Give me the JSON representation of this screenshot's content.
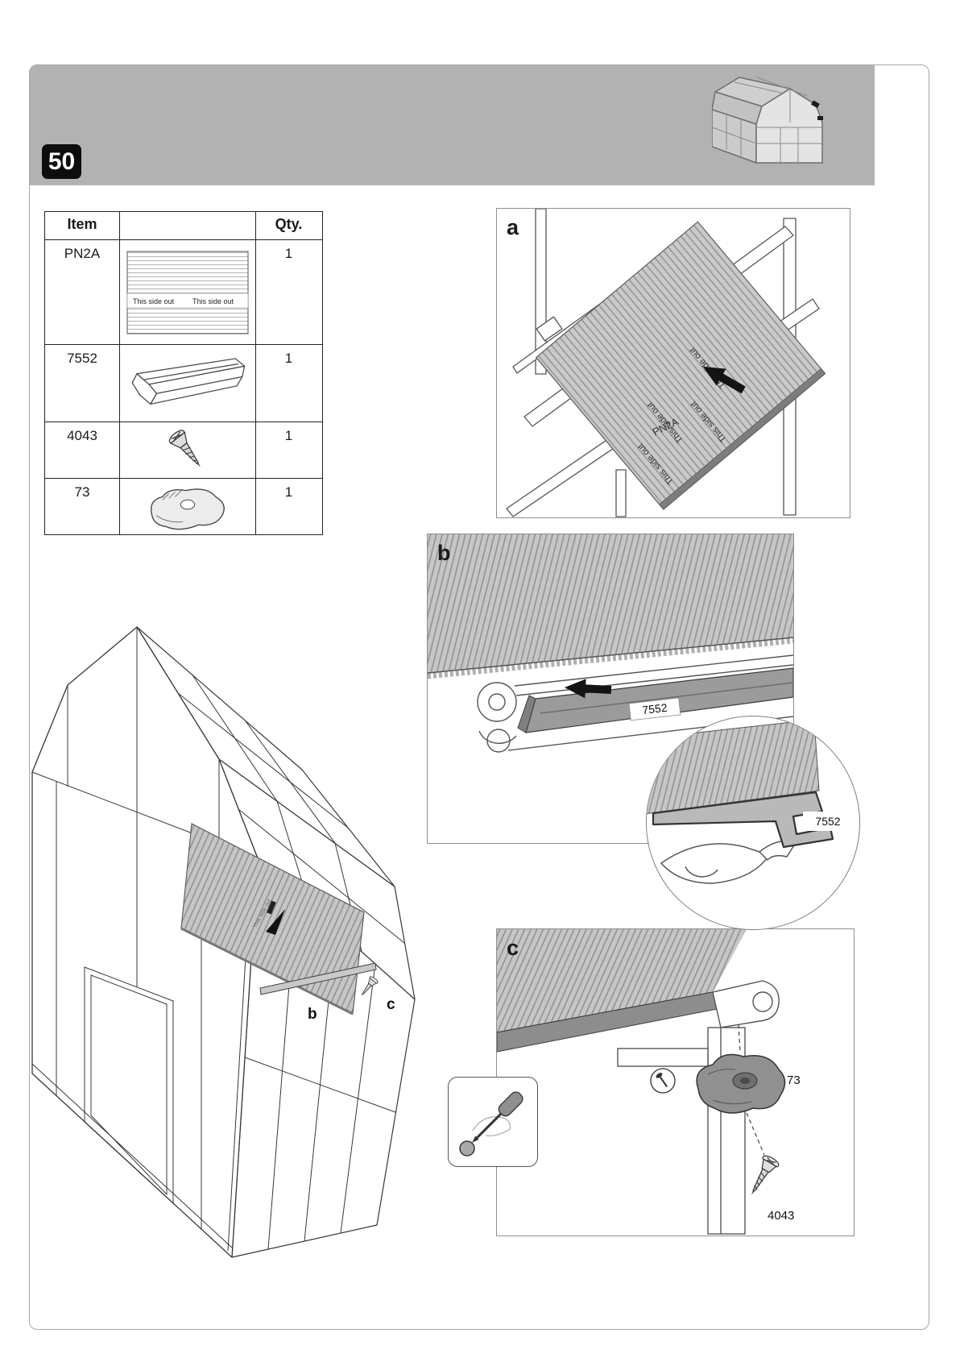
{
  "page": {
    "step_number": "50"
  },
  "parts_table": {
    "item_header": "Item",
    "qty_header": "Qty.",
    "this_side_out": "This side out",
    "rows": [
      {
        "item": "PN2A",
        "qty": "1",
        "image": "ribbed-panel-image"
      },
      {
        "item": "7552",
        "qty": "1",
        "image": "edge-strip-profile-image"
      },
      {
        "item": "4043",
        "qty": "1",
        "image": "self-tapping-screw-image"
      },
      {
        "item": "73",
        "qty": "1",
        "image": "corner-clip-image"
      }
    ]
  },
  "figures": {
    "a": {
      "label": "a",
      "panel_print": "This side out",
      "part": "PN2A"
    },
    "b": {
      "label": "b",
      "strip_part": "7552",
      "inset_part": "7552"
    },
    "c": {
      "label": "c",
      "clip_part": "73",
      "screw_part": "4043"
    },
    "main": {
      "strip_callout": "b",
      "screw_callout": "c",
      "panel_print": "This side out"
    }
  }
}
